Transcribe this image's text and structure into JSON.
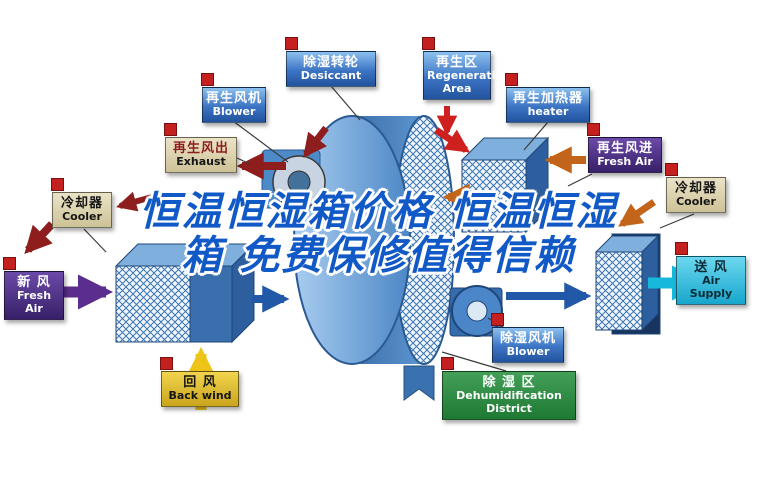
{
  "title": {
    "line1": "恒温恒湿箱价格 恒温恒湿",
    "line2": "箱 免费保修值得信赖"
  },
  "labels": [
    {
      "id": "regen-blower",
      "zh": "再生风机",
      "en": "Blower"
    },
    {
      "id": "desiccant-wheel",
      "zh": "除湿转轮",
      "en": "Desiccant"
    },
    {
      "id": "regeneration-area",
      "zh": "再生区",
      "en": "Regeneration Area"
    },
    {
      "id": "regen-heater",
      "zh": "再生加热器",
      "en": "heater"
    },
    {
      "id": "regen-air-out",
      "zh": "再生风出",
      "en": "Exhaust"
    },
    {
      "id": "regen-air-in",
      "zh": "再生风进",
      "en": "Fresh Air"
    },
    {
      "id": "cooler-left",
      "zh": "冷却器",
      "en": "Cooler"
    },
    {
      "id": "cooler-right",
      "zh": "冷却器",
      "en": "Cooler"
    },
    {
      "id": "fresh-air",
      "zh": "新 风",
      "en": "Fresh Air"
    },
    {
      "id": "air-supply",
      "zh": "送 风",
      "en": "Air Supply"
    },
    {
      "id": "back-wind",
      "zh": "回 风",
      "en": "Back wind"
    },
    {
      "id": "dehumid-blower",
      "zh": "除湿风机",
      "en": "Blower"
    },
    {
      "id": "dehumid-district",
      "zh": "除 湿 区",
      "en": "Dehumidification District"
    }
  ],
  "palette": {
    "label_blue": "#3c74c4",
    "label_tan": "#cdc296",
    "label_purple": "#4a2e82",
    "label_yellow": "#d8b226",
    "label_cyan": "#1fb4d8",
    "label_green": "#2a8a3e",
    "marker_red": "#c42020",
    "arrow_maroon": "#8e1d1d",
    "arrow_red": "#cf2020",
    "arrow_orange": "#c2641a",
    "arrow_purple": "#5b2d8e",
    "arrow_yellow": "#edc417",
    "arrow_blue": "#2159a8",
    "arrow_cyan": "#17b8dc",
    "headline_blue": "#1159c6",
    "drum_blue": "#4c87c6"
  }
}
